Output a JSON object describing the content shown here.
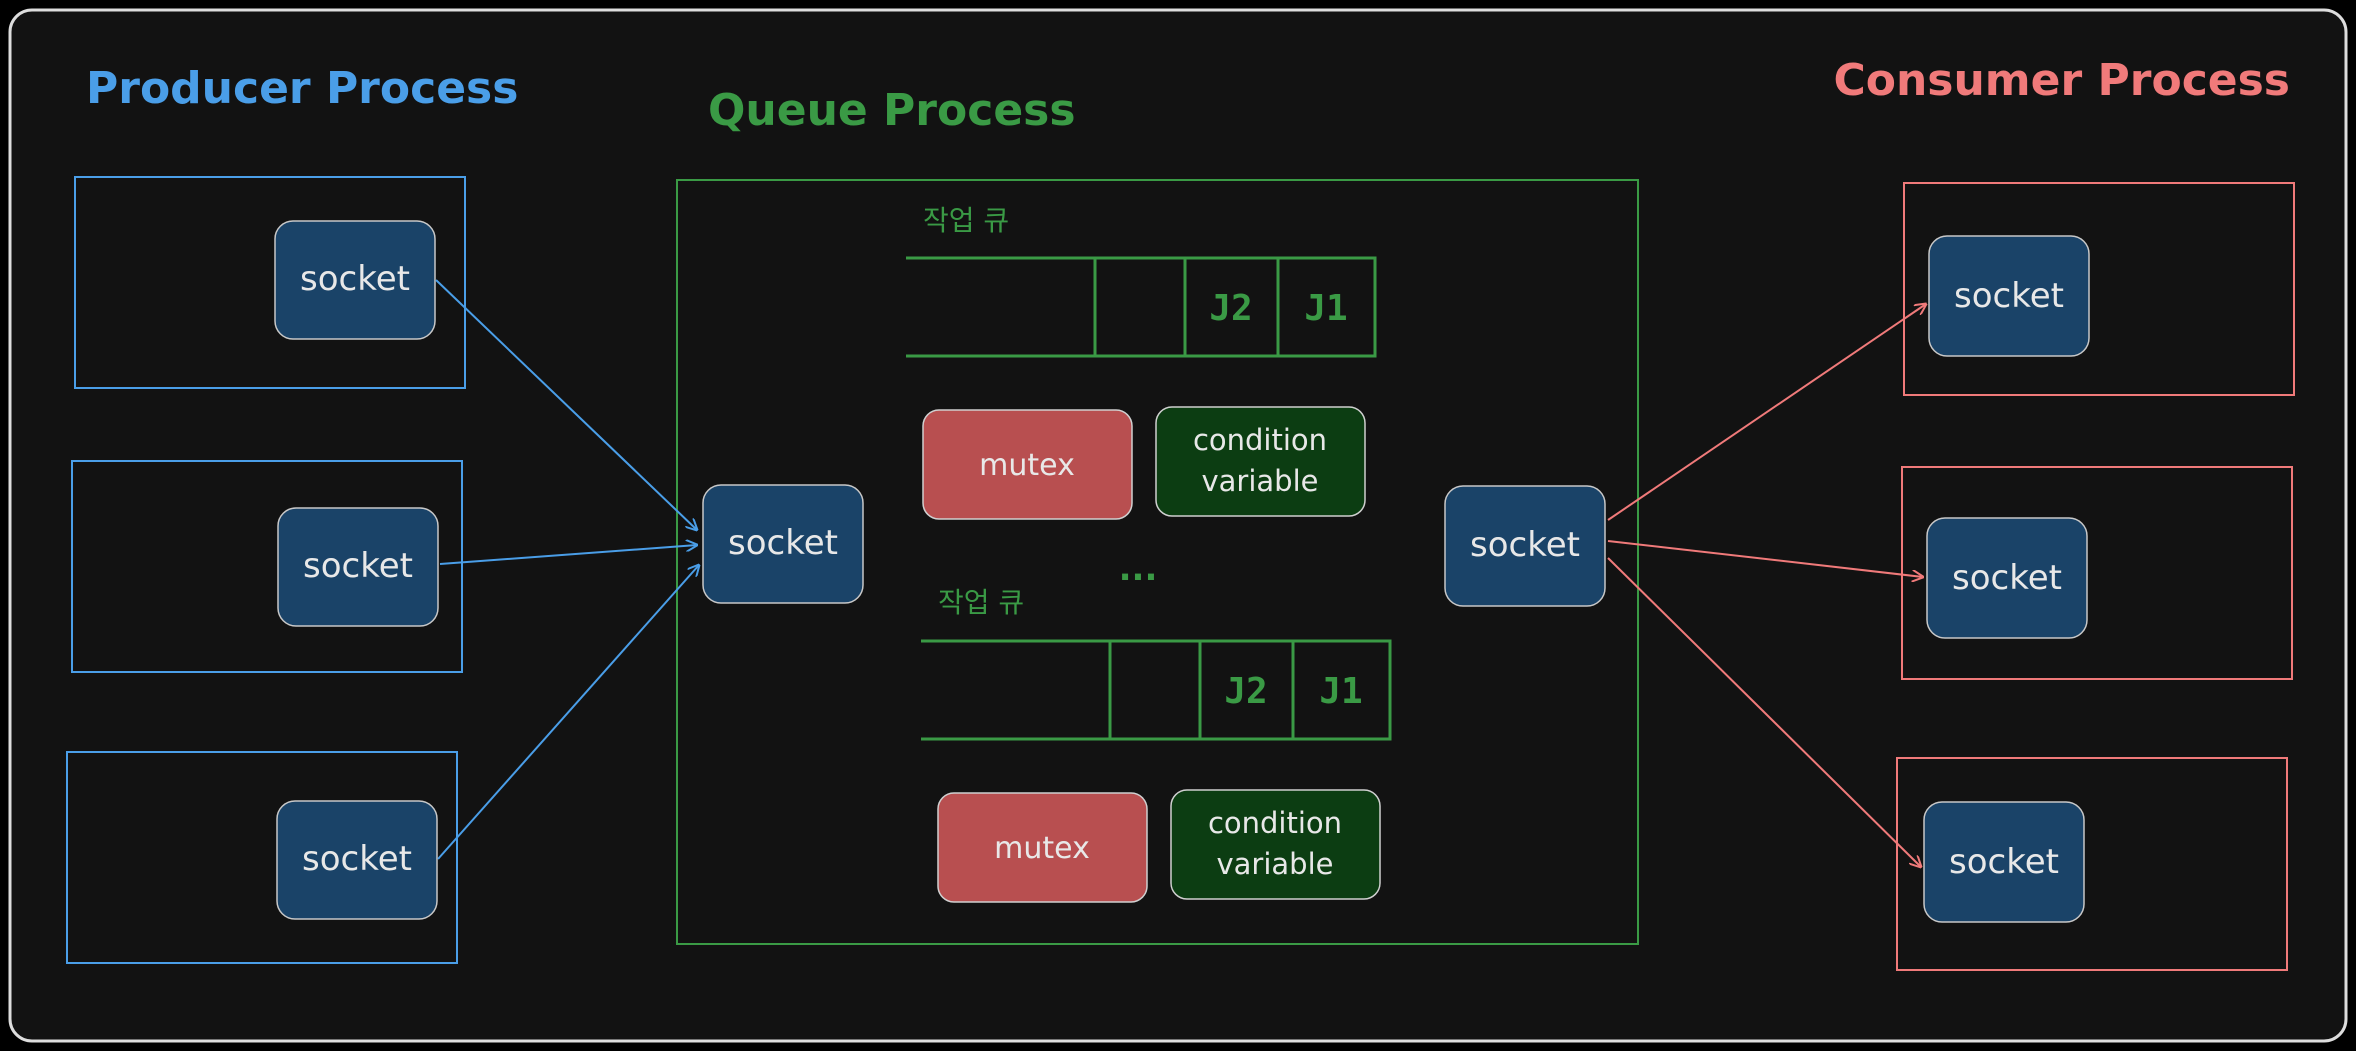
{
  "titles": {
    "producer": "Producer Process",
    "queue": "Queue Process",
    "consumer": "Consumer Process"
  },
  "socket_label": "socket",
  "queue_label": "작업 큐",
  "queue_cells": [
    "J2",
    "J1"
  ],
  "mutex_label": "mutex",
  "cond_label_line1": "condition",
  "cond_label_line2": "variable",
  "ellipsis": "...",
  "colors": {
    "producer": "#4a9ee8",
    "queue": "#3a9a45",
    "consumer": "#f07a7a",
    "socket_fill": "#1a4368",
    "mutex_fill": "#b84f50",
    "cond_fill": "#0c3d12",
    "background": "#121212"
  }
}
